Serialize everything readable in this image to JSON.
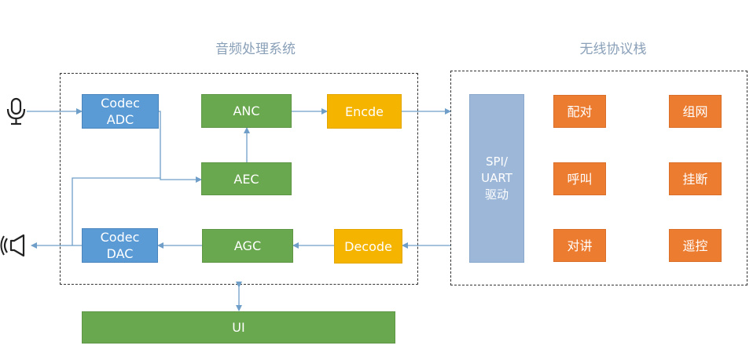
{
  "titles": {
    "audio_system": "音频处理系统",
    "wireless_stack": "无线协议栈"
  },
  "blocks": {
    "codec_adc": "Codec\nADC",
    "codec_dac": "Codec\nDAC",
    "anc": "ANC",
    "aec": "AEC",
    "agc": "AGC",
    "encode": "Encde",
    "decode": "Decode",
    "driver": "SPI/\nUART\n驱动",
    "pair": "配对",
    "network": "组网",
    "call": "呼叫",
    "hangup": "挂断",
    "intercom": "对讲",
    "remote": "遥控",
    "ui": "UI"
  },
  "icons": {
    "input": "microphone-icon",
    "output": "speaker-icon"
  },
  "colors": {
    "codec": "#5b9bd5",
    "processing": "#6aa84f",
    "codec_stream": "#f5b400",
    "stack_function": "#ec7c30",
    "driver": "#9db7d8",
    "connector": "#6f9fc8",
    "title": "#8aa0b8"
  }
}
